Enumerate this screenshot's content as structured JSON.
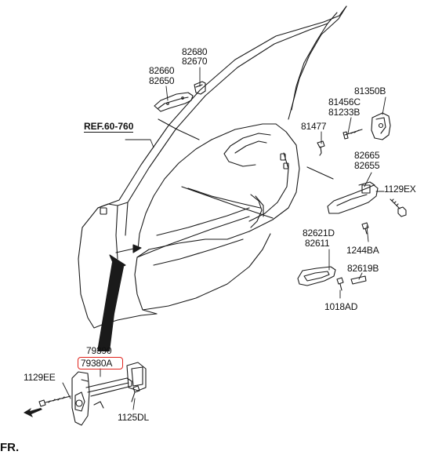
{
  "reference_label": "REF.60-760",
  "highlight_color": "#e0231c",
  "part_numbers": {
    "p82680": "82680",
    "p82670": "82670",
    "p82660": "82660",
    "p82650": "82650",
    "p81350B": "81350B",
    "p81456C": "81456C",
    "p81233B": "81233B",
    "p81477": "81477",
    "p82665": "82665",
    "p82655": "82655",
    "p1129EX": "1129EX",
    "p82621D": "82621D",
    "p82611": "82611",
    "p1244BA": "1244BA",
    "p82619B": "82619B",
    "p1018AD": "1018AD",
    "p79390": "79390",
    "p79380A": "79380A",
    "p1129EE": "1129EE",
    "p1125DL": "1125DL"
  },
  "direction_label": "FR."
}
